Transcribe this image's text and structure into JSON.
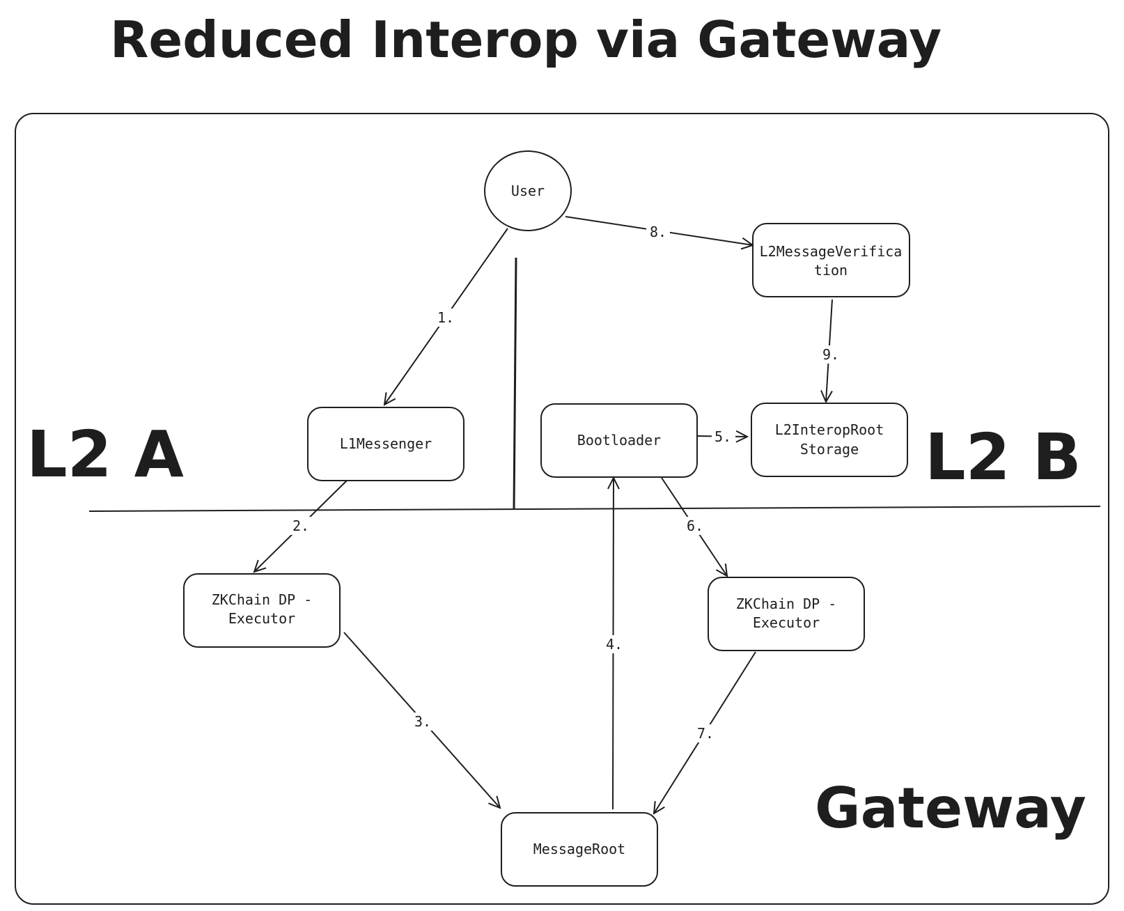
{
  "title": "Reduced Interop via Gateway",
  "regions": {
    "l2a": "L2 A",
    "l2b": "L2 B",
    "gateway": "Gateway"
  },
  "nodes": {
    "user": "User",
    "l2messageverification": [
      "L2MessageVerifica",
      "tion"
    ],
    "l1messenger": "L1Messenger",
    "bootloader": "Bootloader",
    "l2interoprootstorage": [
      "L2InteropRoot",
      "Storage"
    ],
    "zkchain_left": [
      "ZKChain DP -",
      "Executor"
    ],
    "zkchain_right": [
      "ZKChain DP -",
      "Executor"
    ],
    "messageroot": "MessageRoot"
  },
  "edges": {
    "e1": "1.",
    "e2": "2.",
    "e3": "3.",
    "e4": "4.",
    "e5": "5.",
    "e6": "6.",
    "e7": "7.",
    "e8": "8.",
    "e9": "9."
  }
}
